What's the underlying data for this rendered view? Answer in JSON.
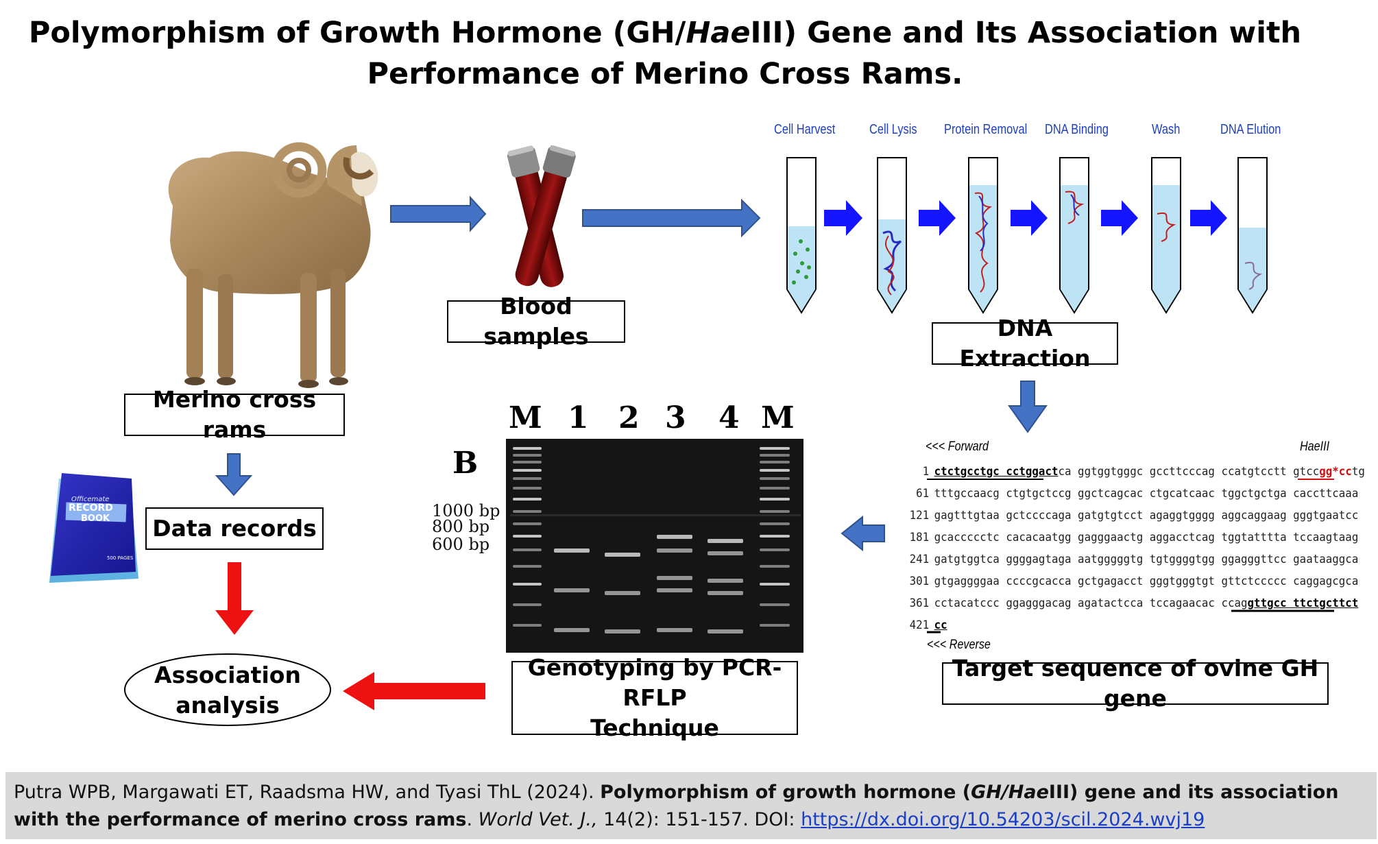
{
  "title": {
    "line1_a": "Polymorphism of Growth Hormone (GH/",
    "line1_italic": "Hae",
    "line1_b": "III) Gene and Its Association with",
    "line2": "Performance of Merino Cross Rams."
  },
  "labels": {
    "merino": "Merino cross rams",
    "blood": "Blood samples",
    "dna_extraction": "DNA Extraction",
    "data_records": "Data records",
    "association_1": "Association",
    "association_2": "analysis",
    "genotyping_1": "Genotyping by PCR-RFLP",
    "genotyping_2": "Technique",
    "target_sequence": "Target sequence of ovine GH gene"
  },
  "record_book": {
    "brand": "Officemate",
    "line1": "RECORD",
    "line2": "BOOK",
    "pages": "500 PAGES"
  },
  "extraction_stages": [
    "Cell Harvest",
    "Cell Lysis",
    "Protein Removal",
    "DNA Binding",
    "Wash",
    "DNA Elution"
  ],
  "gel": {
    "panel_label": "B",
    "lanes": [
      "M",
      "1",
      "2",
      "3",
      "4",
      "M"
    ],
    "bp_markers": [
      "1000 bp",
      "800 bp",
      "600 bp"
    ]
  },
  "sequence": {
    "forward_tag": "<<< Forward",
    "enzyme_tag": "HaeIII",
    "reverse_tag": "<<< Reverse",
    "rows": [
      {
        "n": "1",
        "pre": "",
        "bold": "ctctgcctgc cctggact",
        "mid": "ca ggtggtgggc gccttcccag ccatgtcctt gtcc",
        "red": "gg*cc",
        "post": "tg"
      },
      {
        "n": "61",
        "pre": "tttgccaacg ctgtgctccg ggctcagcac ctgcatcaac tggctgctga caccttcaaa"
      },
      {
        "n": "121",
        "pre": "gagtttgtaa gctccccaga gatgtgtcct agaggtgggg aggcaggaag gggtgaatcc"
      },
      {
        "n": "181",
        "pre": "gcaccccctc cacacaatgg gagggaactg aggacctcag tggtatttta tccaagtaag"
      },
      {
        "n": "241",
        "pre": "gatgtggtca ggggagtaga aatgggggtg tgtggggtgg ggagggttcc gaataaggca"
      },
      {
        "n": "301",
        "pre": "gtgaggggaa ccccgcacca gctgagacct gggtgggtgt gttctccccc caggagcgca"
      },
      {
        "n": "361",
        "pre": "cctacatccc ggagggacag agatactcca tccagaacac ccag",
        "bold": "gttgcc ttctgcttct"
      },
      {
        "n": "421",
        "pre": "",
        "bold": "cc"
      }
    ]
  },
  "citation": {
    "authors": "Putra WPB, Margawati ET, Raadsma HW, and Tyasi ThL (2024). ",
    "title_a": "Polymorphism of growth hormone (",
    "title_italic": "GH/Hae",
    "title_b": "III) gene and its association with the performance of merino cross rams",
    "after_title": ". ",
    "journal": "World Vet. J.,",
    "volume": " 14(2): 151-157. DOI: ",
    "doi": "https://dx.doi.org/10.54203/scil.2024.wvj19"
  },
  "colors": {
    "blue_arrow": "#4472c4",
    "bright_blue_arrow": "#1414ff",
    "red_arrow": "#ee1111",
    "stage_label": "#1f3fbf",
    "gel_background": "#151515",
    "citation_background": "#d9d9d9"
  }
}
